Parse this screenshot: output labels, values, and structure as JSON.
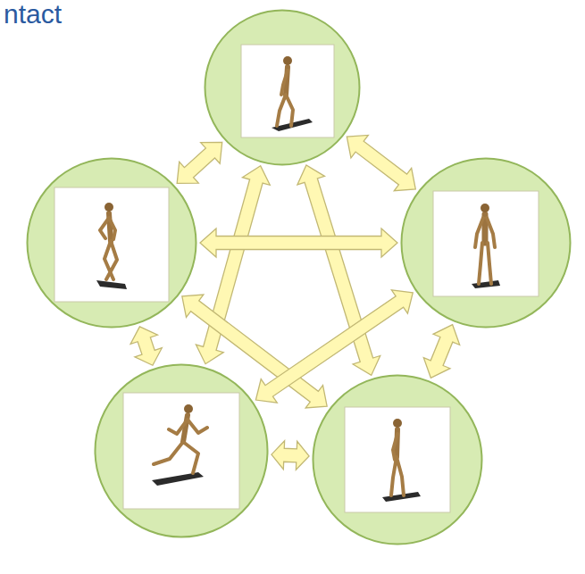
{
  "diagram": {
    "title": "ntact",
    "nodes": [
      {
        "text": []
      },
      {
        "text": []
      },
      {
        "text": []
      },
      {
        "text": []
      },
      {
        "text": []
      }
    ],
    "edges": [
      {
        "from": 0,
        "to": 1,
        "arrow": "both"
      },
      {
        "from": 0,
        "to": 2,
        "arrow": "both"
      },
      {
        "from": 0,
        "to": 3,
        "arrow": "both"
      },
      {
        "from": 0,
        "to": 4,
        "arrow": "both"
      },
      {
        "from": 1,
        "to": 2,
        "arrow": "both"
      },
      {
        "from": 1,
        "to": 3,
        "arrow": "both"
      },
      {
        "from": 1,
        "to": 4,
        "arrow": "both"
      },
      {
        "from": 2,
        "to": 3,
        "arrow": "both"
      },
      {
        "from": 2,
        "to": 4,
        "arrow": "both"
      },
      {
        "from": 3,
        "to": 4,
        "arrow": "both"
      }
    ]
  }
}
